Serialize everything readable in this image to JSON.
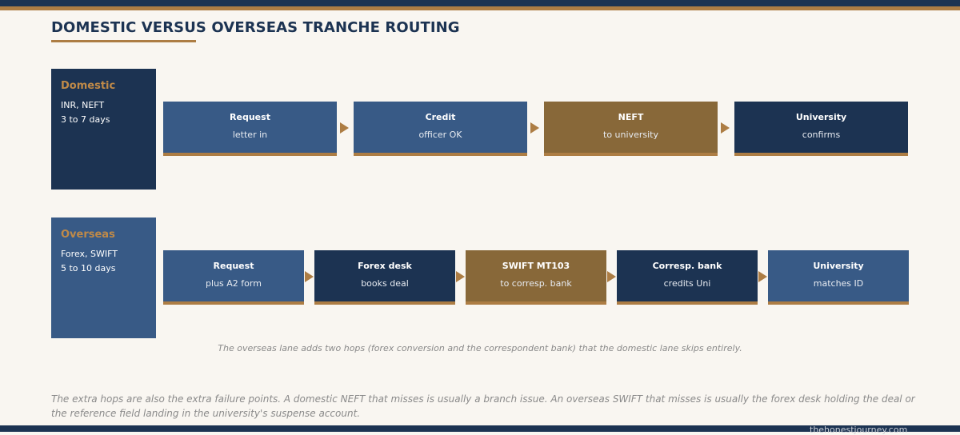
{
  "page": {
    "title": "DOMESTIC VERSUS OVERSEAS TRANCHE ROUTING"
  },
  "lanes": {
    "domestic": {
      "name": "Domestic",
      "line1": "INR, NEFT",
      "line2": "3 to 7 days",
      "steps": [
        {
          "title": "Request",
          "subtitle": "letter in"
        },
        {
          "title": "Credit",
          "subtitle": "officer OK"
        },
        {
          "title": "NEFT",
          "subtitle": "to university"
        },
        {
          "title": "University",
          "subtitle": "confirms"
        }
      ]
    },
    "overseas": {
      "name": "Overseas",
      "line1": "Forex, SWIFT",
      "line2": "5 to 10 days",
      "steps": [
        {
          "title": "Request",
          "subtitle": "plus A2 form"
        },
        {
          "title": "Forex desk",
          "subtitle": "books deal"
        },
        {
          "title": "SWIFT MT103",
          "subtitle": "to corresp. bank"
        },
        {
          "title": "Corresp. bank",
          "subtitle": "credits Uni"
        },
        {
          "title": "University",
          "subtitle": "matches ID"
        }
      ]
    }
  },
  "caption": "The overseas lane adds two hops (forex conversion and the correspondent bank) that the domestic lane skips entirely.",
  "note": "The extra hops are also the extra failure points. A domestic NEFT that misses is usually a branch issue. An overseas SWIFT that misses is usually the forex desk holding the deal or the reference field landing in the university's suspense account.",
  "footer": {
    "site": "thehonestjourney.com"
  }
}
